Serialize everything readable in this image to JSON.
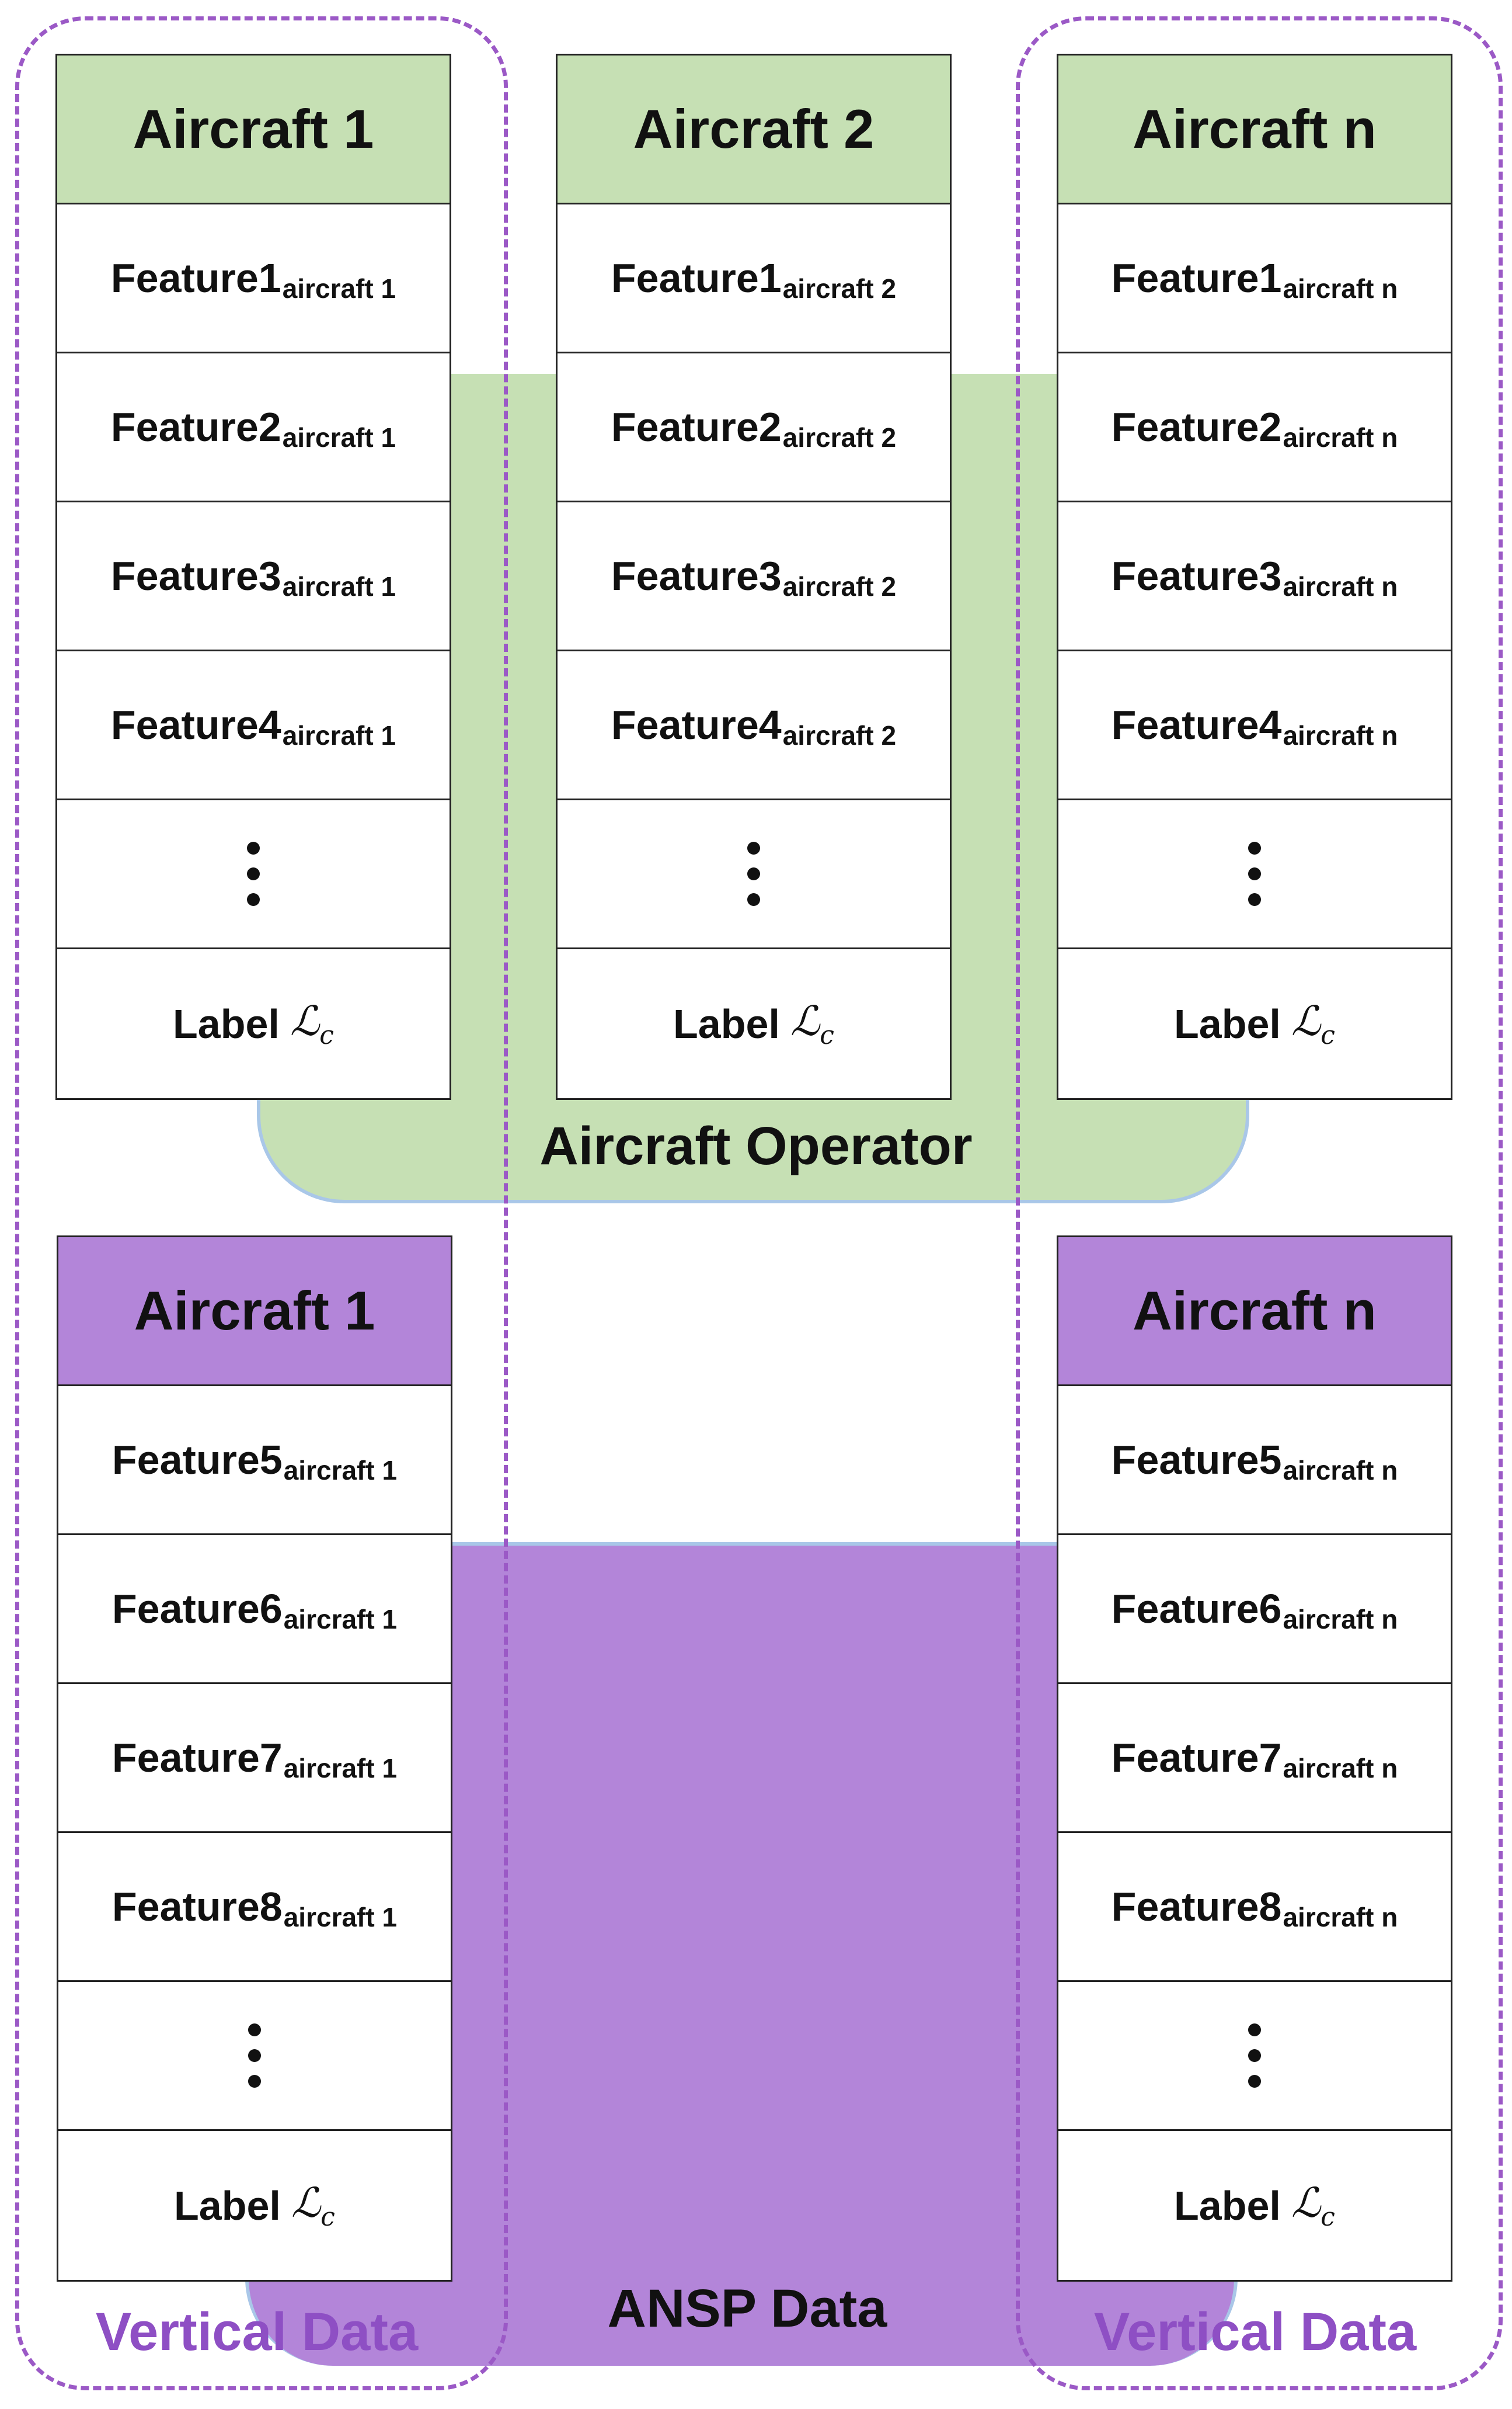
{
  "top_group": {
    "zone_label": "Aircraft Operator",
    "zone_color": "#c6e0b4",
    "header_color": "#c6e0b4",
    "columns": [
      {
        "title": "Aircraft 1",
        "rows": [
          {
            "main": "Feature1",
            "sub": "aircraft 1"
          },
          {
            "main": "Feature2",
            "sub": "aircraft 1"
          },
          {
            "main": "Feature3",
            "sub": "aircraft 1"
          },
          {
            "main": "Feature4",
            "sub": "aircraft 1"
          }
        ],
        "label": "Label",
        "label_symbol": "ℒ",
        "label_symbol_sub": "c"
      },
      {
        "title": "Aircraft 2",
        "rows": [
          {
            "main": "Feature1",
            "sub": "aircraft 2"
          },
          {
            "main": "Feature2",
            "sub": "aircraft 2"
          },
          {
            "main": "Feature3",
            "sub": "aircraft 2"
          },
          {
            "main": "Feature4",
            "sub": "aircraft 2"
          }
        ],
        "label": "Label",
        "label_symbol": "ℒ",
        "label_symbol_sub": "c"
      },
      {
        "title": "Aircraft n",
        "rows": [
          {
            "main": "Feature1",
            "sub": "aircraft n"
          },
          {
            "main": "Feature2",
            "sub": "aircraft n"
          },
          {
            "main": "Feature3",
            "sub": "aircraft n"
          },
          {
            "main": "Feature4",
            "sub": "aircraft n"
          }
        ],
        "label": "Label",
        "label_symbol": "ℒ",
        "label_symbol_sub": "c"
      }
    ]
  },
  "bottom_group": {
    "zone_label": "ANSP Data",
    "zone_color": "#b385d9",
    "header_color": "#b385d9",
    "columns": [
      {
        "title": "Aircraft 1",
        "rows": [
          {
            "main": "Feature5",
            "sub": "aircraft 1"
          },
          {
            "main": "Feature6",
            "sub": "aircraft 1"
          },
          {
            "main": "Feature7",
            "sub": "aircraft 1"
          },
          {
            "main": "Feature8",
            "sub": "aircraft 1"
          }
        ],
        "label": "Label",
        "label_symbol": "ℒ",
        "label_symbol_sub": "c"
      },
      {
        "title": "Aircraft n",
        "rows": [
          {
            "main": "Feature5",
            "sub": "aircraft n"
          },
          {
            "main": "Feature6",
            "sub": "aircraft n"
          },
          {
            "main": "Feature7",
            "sub": "aircraft n"
          },
          {
            "main": "Feature8",
            "sub": "aircraft n"
          }
        ],
        "label": "Label",
        "label_symbol": "ℒ",
        "label_symbol_sub": "c"
      }
    ]
  },
  "vertical_data_labels": [
    "Vertical Data",
    "Vertical Data"
  ],
  "dashed_color": "#9b59c6",
  "text_accent_color": "#8e4fc4"
}
